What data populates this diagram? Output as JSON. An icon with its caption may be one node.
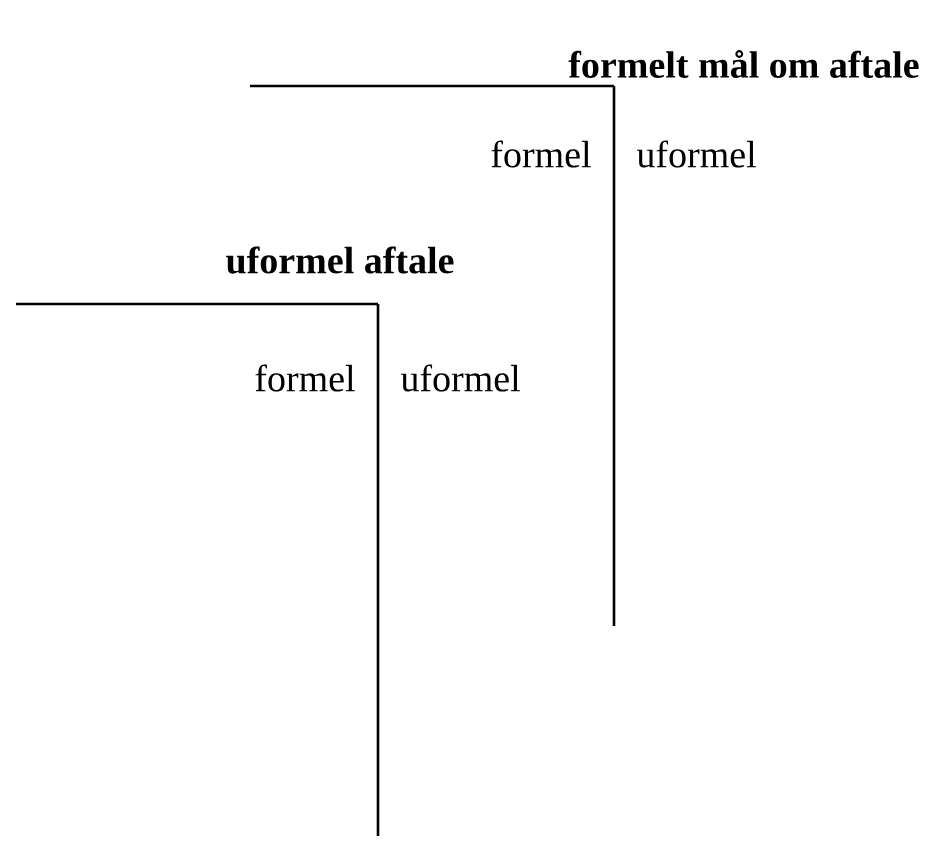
{
  "diagram": {
    "labels": [
      "formelt mål om aftale",
      "formel",
      "uformel",
      "uformel aftale",
      "formel",
      "uformel"
    ]
  }
}
